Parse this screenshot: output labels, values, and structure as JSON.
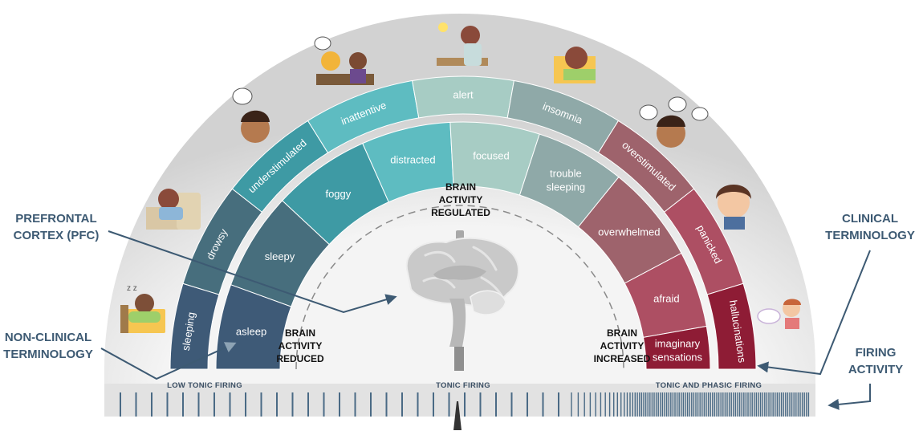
{
  "callouts": {
    "pfc": [
      "PREFRONTAL",
      "CORTEX (PFC)"
    ],
    "non_clinical": [
      "NON-CLINICAL",
      "TERMINOLOGY"
    ],
    "clinical": [
      "CLINICAL",
      "TERMINOLOGY"
    ],
    "firing": [
      "FIRING",
      "ACTIVITY"
    ]
  },
  "center": {
    "regulated": [
      "BRAIN",
      "ACTIVITY",
      "REGULATED"
    ],
    "reduced": [
      "BRAIN",
      "ACTIVITY",
      "REDUCED"
    ],
    "increased": [
      "BRAIN",
      "ACTIVITY",
      "INCREASED"
    ]
  },
  "scale_labels": {
    "low": "Low Tonic Firing",
    "tonic": "Tonic Firing",
    "phasic": "Tonic and Phasic Firing"
  },
  "outer_band": [
    {
      "label": "sleeping",
      "color": "#3e5a77"
    },
    {
      "label": "drowsy",
      "color": "#476e7d"
    },
    {
      "label": "understimulated",
      "color": "#3e9aa4"
    },
    {
      "label": "inattentive",
      "color": "#5ebcc1"
    },
    {
      "label": "alert",
      "color": "#a7ccc4"
    },
    {
      "label": "insomnia",
      "color": "#8fa9a8"
    },
    {
      "label": "overstimulated",
      "color": "#9e636c"
    },
    {
      "label": "panicked",
      "color": "#ad4f63"
    },
    {
      "label": "hallucinations",
      "color": "#8e1c35"
    }
  ],
  "inner_band": [
    {
      "label": "asleep",
      "color": "#3e5a77"
    },
    {
      "label": "sleepy",
      "color": "#476e7d"
    },
    {
      "label": "foggy",
      "color": "#3e9aa4"
    },
    {
      "label": "distracted",
      "color": "#5ebcc1"
    },
    {
      "label": "focused",
      "color": "#a7ccc4"
    },
    {
      "label": "trouble sleeping",
      "color": "#8fa9a8"
    },
    {
      "label": "overwhelmed",
      "color": "#9e636c"
    },
    {
      "label": "afraid",
      "color": "#ad4f63"
    },
    {
      "label": "imaginary sensations",
      "color": "#8e1c35"
    }
  ]
}
